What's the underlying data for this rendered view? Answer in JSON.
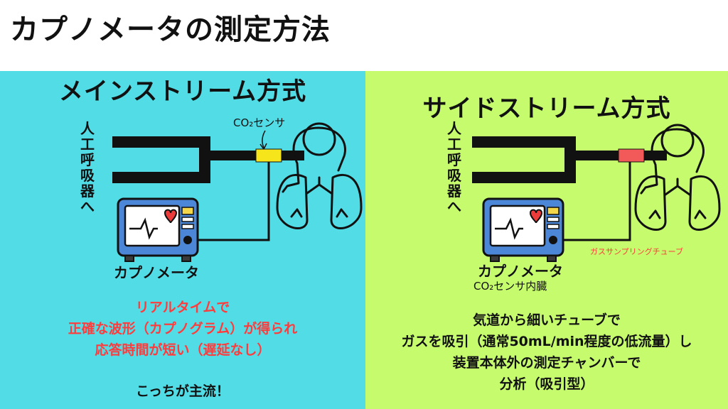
{
  "title": "カプノメータの測定方法",
  "mainstream": {
    "title": "メインストリーム方式",
    "ventilator_label": "人工呼吸器へ",
    "sensor_label": "CO₂センサ",
    "device_label": "カプノメータ",
    "description": [
      "リアルタイムで",
      "正確な波形（カプノグラム）が得られ",
      "応答時間が短い（遅延なし）"
    ],
    "note": "こっちが主流！",
    "sensor_color": "#f7e51b"
  },
  "sidestream": {
    "title": "サイドストリーム方式",
    "ventilator_label": "人工呼吸器へ",
    "tube_label": "ガスサンプリングチューブ",
    "device_label": "カプノメータ",
    "device_sublabel": "CO₂センサ内臓",
    "description": [
      "気道から細いチューブで",
      "ガスを吸引（通常50mL/min程度の低流量）し",
      "装置本体外の測定チャンバーで",
      "分析（吸引型）"
    ],
    "connector_color": "#f25a5a"
  },
  "colors": {
    "mainstream_bg": "#52dce6",
    "sidestream_bg": "#c6fb6e",
    "emphasis_text": "#ff3b3b"
  }
}
